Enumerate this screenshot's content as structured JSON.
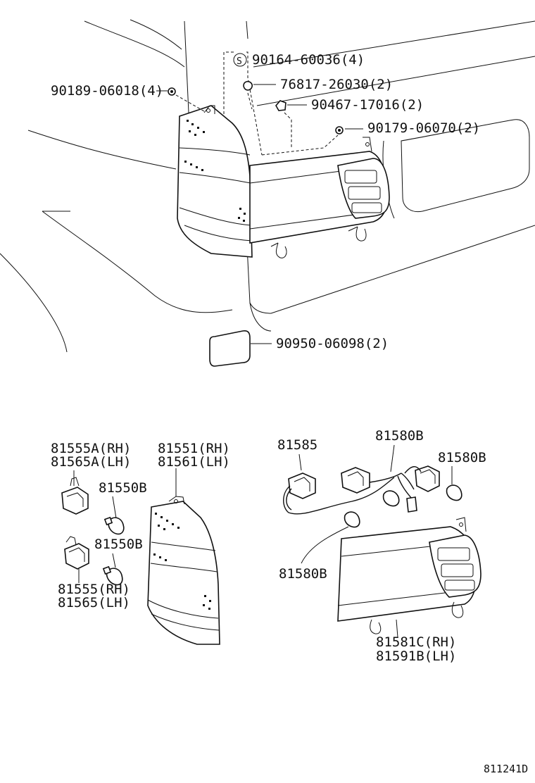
{
  "diagram_id": "811241D",
  "upper_callouts": {
    "c1": "90164-60036(4)",
    "c1_symbol": "S",
    "c2": "90189-06018(4)",
    "c3": "76817-26030(2)",
    "c4": "90467-17016(2)",
    "c5": "90179-06070(2)",
    "c6": "90950-06098(2)"
  },
  "lower_left": {
    "sock_a_rh": "81555A(RH)",
    "sock_a_lh": "81565A(LH)",
    "lamp_rh": "81551(RH)",
    "lamp_lh": "81561(LH)",
    "bulb1": "81550B",
    "bulb2": "81550B",
    "sock_rh": "81555(RH)",
    "sock_lh": "81565(LH)"
  },
  "lower_right": {
    "harness": "81585",
    "bulb_a": "81580B",
    "bulb_b": "81580B",
    "bulb_c": "81580B",
    "lamp_rh": "81581C(RH)",
    "lamp_lh": "81591B(LH)"
  }
}
